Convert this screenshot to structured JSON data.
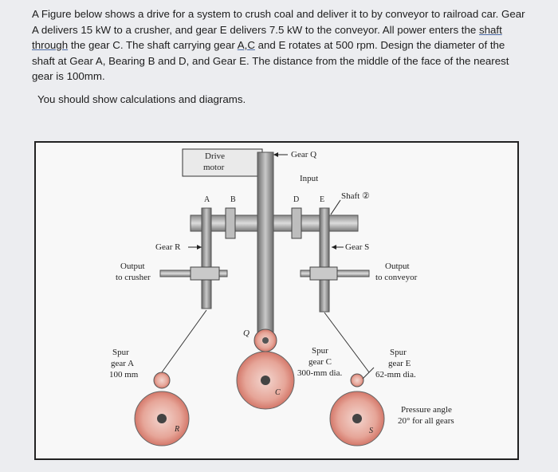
{
  "problem": {
    "lines": [
      "A Figure below shows a drive for a system to crush coal and deliver it to by conveyor to railroad car. Gear",
      "A delivers 15 kW to a crusher, and gear E delivers 7.5 kW to the conveyor.  All power enters the ",
      "the gear C. The shaft carrying gear ",
      " and E rotates at 500 rpm. Design the diameter of the",
      "shaft at Gear A, Bearing B and D, and Gear E. The distance from the middle of the face of the nearest",
      "gear is 100mm."
    ],
    "link1": "shaft",
    "link2": "through",
    "link3": "A,C",
    "instruction": "You should show calculations and diagrams."
  },
  "figure": {
    "drive_motor": "Drive",
    "drive_motor2": "motor",
    "gear_q": "Gear Q",
    "input": "Input",
    "shaft2": "Shaft ②",
    "A": "A",
    "B": "B",
    "C": "C",
    "D": "D",
    "E": "E",
    "gear_r": "Gear R",
    "gear_s": "Gear S",
    "out_crusher": "Output",
    "out_crusher2": "to crusher",
    "out_conveyor": "Output",
    "out_conveyor2": "to conveyor",
    "Q": "Q",
    "spur_a1": "Spur",
    "spur_a2": "gear A",
    "spur_a3": "100 mm",
    "spur_c1": "Spur",
    "spur_c2": "gear C",
    "spur_c3": "300-mm dia.",
    "spur_e1": "Spur",
    "spur_e2": "gear E",
    "spur_e3": "62-mm dia.",
    "R": "R",
    "Cc": "C",
    "S": "S",
    "pressure1": "Pressure angle",
    "pressure2": "20° for all gears"
  }
}
